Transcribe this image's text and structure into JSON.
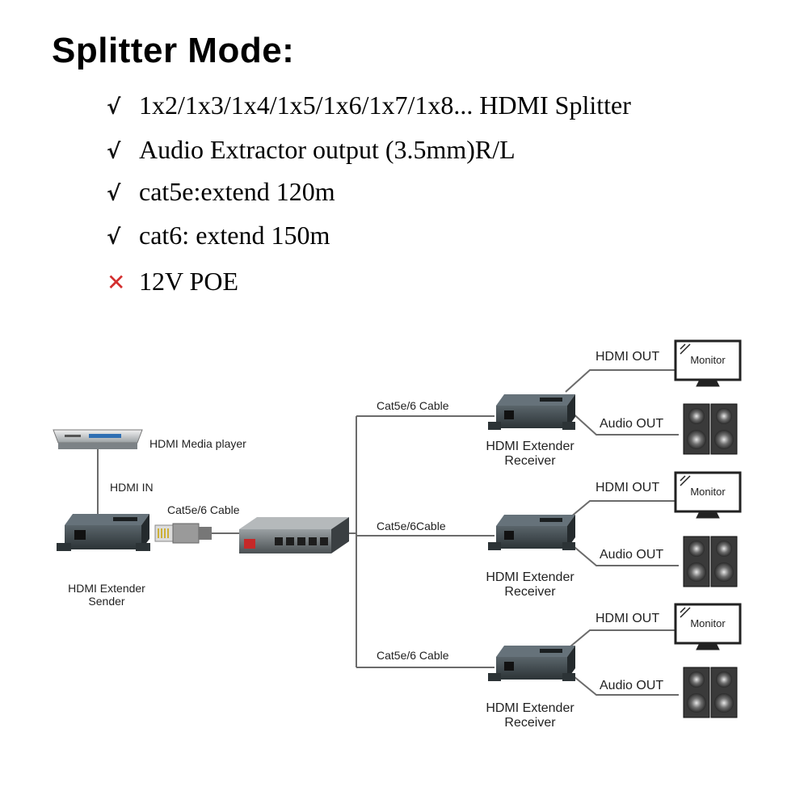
{
  "heading": "Splitter Mode:",
  "features": [
    {
      "mark": "√",
      "text": "1x2/1x3/1x4/1x5/1x6/1x7/1x8... HDMI Splitter"
    },
    {
      "mark": "√",
      "text": "Audio Extractor  output  (3.5mm)R/L"
    },
    {
      "mark": "√",
      "text": "cat5e:extend 120m"
    },
    {
      "mark": "√",
      "text": "cat6:  extend 150m"
    },
    {
      "mark": "✕",
      "text": "12V POE"
    }
  ],
  "diagram": {
    "media_player_label": "HDMI Media player",
    "hdmi_in_label": "HDMI IN",
    "sender_label_1": "HDMI Extender",
    "sender_label_2": "Sender",
    "sender_cable_label": "Cat5e/6 Cable",
    "receivers": [
      {
        "cable_label": "Cat5e/6 Cable",
        "label_1": "HDMI Extender",
        "label_2": "Receiver",
        "hdmi_out": "HDMI OUT",
        "audio_out": "Audio  OUT",
        "monitor": "Monitor"
      },
      {
        "cable_label": "Cat5e/6Cable",
        "label_1": "HDMI Extender",
        "label_2": "Receiver",
        "hdmi_out": "HDMI OUT",
        "audio_out": "Audio  OUT",
        "monitor": "Monitor"
      },
      {
        "cable_label": "Cat5e/6 Cable",
        "label_1": "HDMI Extender",
        "label_2": "Receiver",
        "hdmi_out": "HDMI OUT",
        "audio_out": "Audio  OUT",
        "monitor": "Monitor"
      }
    ]
  },
  "colors": {
    "check": "#111111",
    "cross": "#d32f2f",
    "device": "#3b4347",
    "line": "#6b6b6b"
  }
}
